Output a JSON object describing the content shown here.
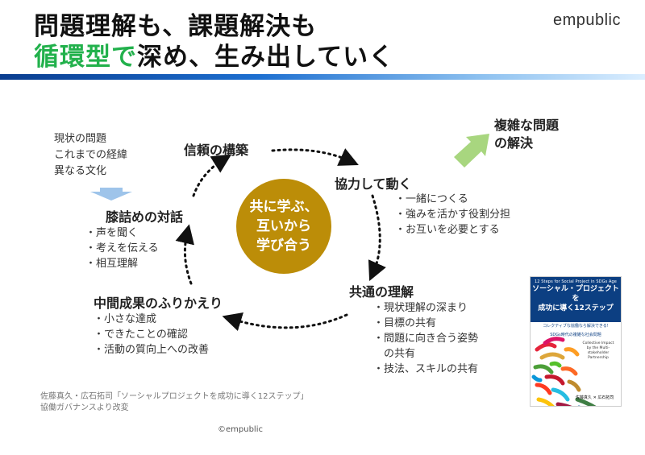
{
  "header": {
    "title_line1": "問題理解も、課題解決も",
    "title_line2_highlight": "循環型で",
    "title_line2_rest": "深め、生み出していく",
    "logo": "empublic",
    "accent_color": "#22b14c",
    "bar_color": "#1d6fd0"
  },
  "diagram": {
    "center": "共に学ぶ、\n互いから\n学び合う",
    "center_color": "#bc8d08",
    "inputs": [
      "現状の問題",
      "これまでの経緯",
      "異なる文化"
    ],
    "output": "複雑な問題\nの解決",
    "nodes": {
      "trust": {
        "label": "信頼の構築"
      },
      "collaborate": {
        "label": "協力して動く",
        "items": [
          "一緒につくる",
          "強みを活かす役割分担",
          "お互いを必要とする"
        ]
      },
      "common": {
        "label": "共通の理解",
        "items": [
          "現状理解の深まり",
          "目標の共有",
          "問題に向き合う姿勢",
          "の共有",
          "技法、スキルの共有"
        ]
      },
      "reflect": {
        "label": "中間成果のふりかえり",
        "items": [
          "小さな達成",
          "できたことの確認",
          "活動の質向上への改善"
        ]
      },
      "dialogue": {
        "label": "膝詰めの対話",
        "items": [
          "声を聞く",
          "考えを伝える",
          "相互理解"
        ]
      }
    }
  },
  "source": {
    "line1": "佐藤真久・広石拓司「ソーシャルプロジェクトを成功に導く12ステップ」",
    "line2": "協働ガバナンスより改変"
  },
  "copyright": "©empublic",
  "book": {
    "top_small": "12 Steps for Social Project in SDGs Age",
    "title1": "ソーシャル・プロジェクトを",
    "title2": "成功に導く12ステップ",
    "subtitle1": "コレクティブな協働なら解決できる!",
    "subtitle2": "SDGs時代の複雑な社会問題",
    "english": "Collective Impact by the Multi-stakeholder Partnership",
    "authors": "佐藤真久 ✕ 広石拓司"
  }
}
